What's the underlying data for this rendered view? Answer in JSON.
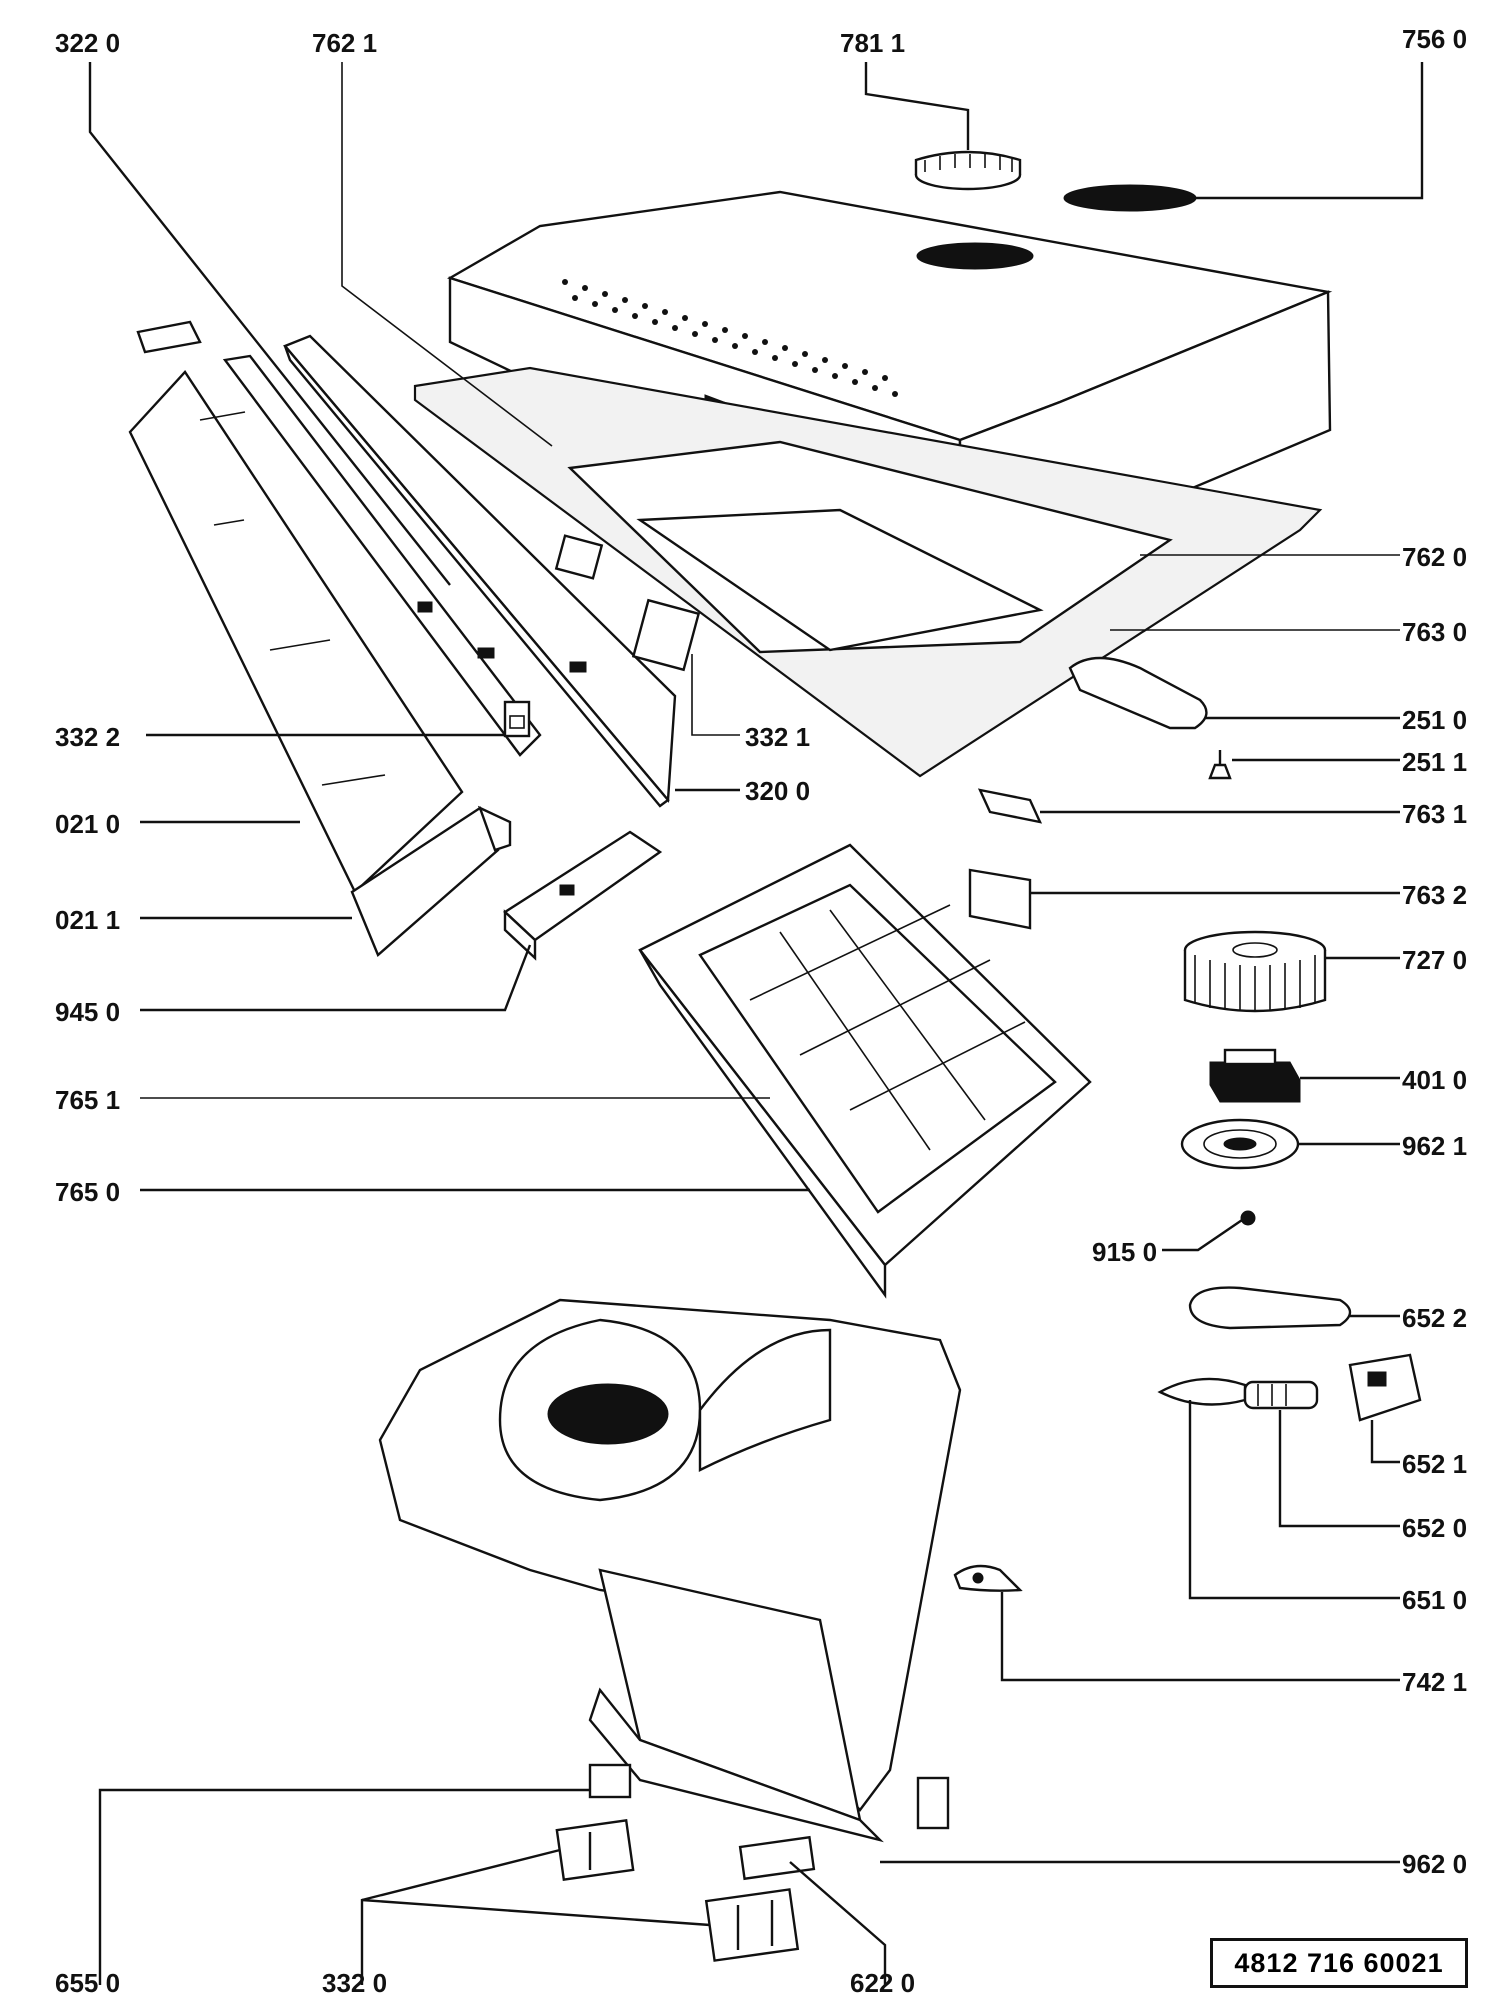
{
  "labels": {
    "l3220": "322 0",
    "l7621": "762 1",
    "l7811": "781 1",
    "l7560": "756 0",
    "l7620": "762 0",
    "l7630": "763 0",
    "l2510": "251 0",
    "l2511": "251 1",
    "l7631": "763 1",
    "l7632": "763 2",
    "l7270": "727 0",
    "l4010": "401 0",
    "l9621": "962 1",
    "l9150": "915 0",
    "l6522": "652 2",
    "l6521": "652 1",
    "l6520": "652 0",
    "l6510": "651 0",
    "l7421": "742 1",
    "l9620": "962 0",
    "l3322": "332 2",
    "l3321": "332 1",
    "l3200": "320 0",
    "l0210": "021 0",
    "l0211": "021 1",
    "l9450": "945 0",
    "l7651": "765 1",
    "l7650": "765 0",
    "l6550": "655 0",
    "l3320": "332 0",
    "l6220": "622 0"
  },
  "document_ref": "4812 716 60021"
}
